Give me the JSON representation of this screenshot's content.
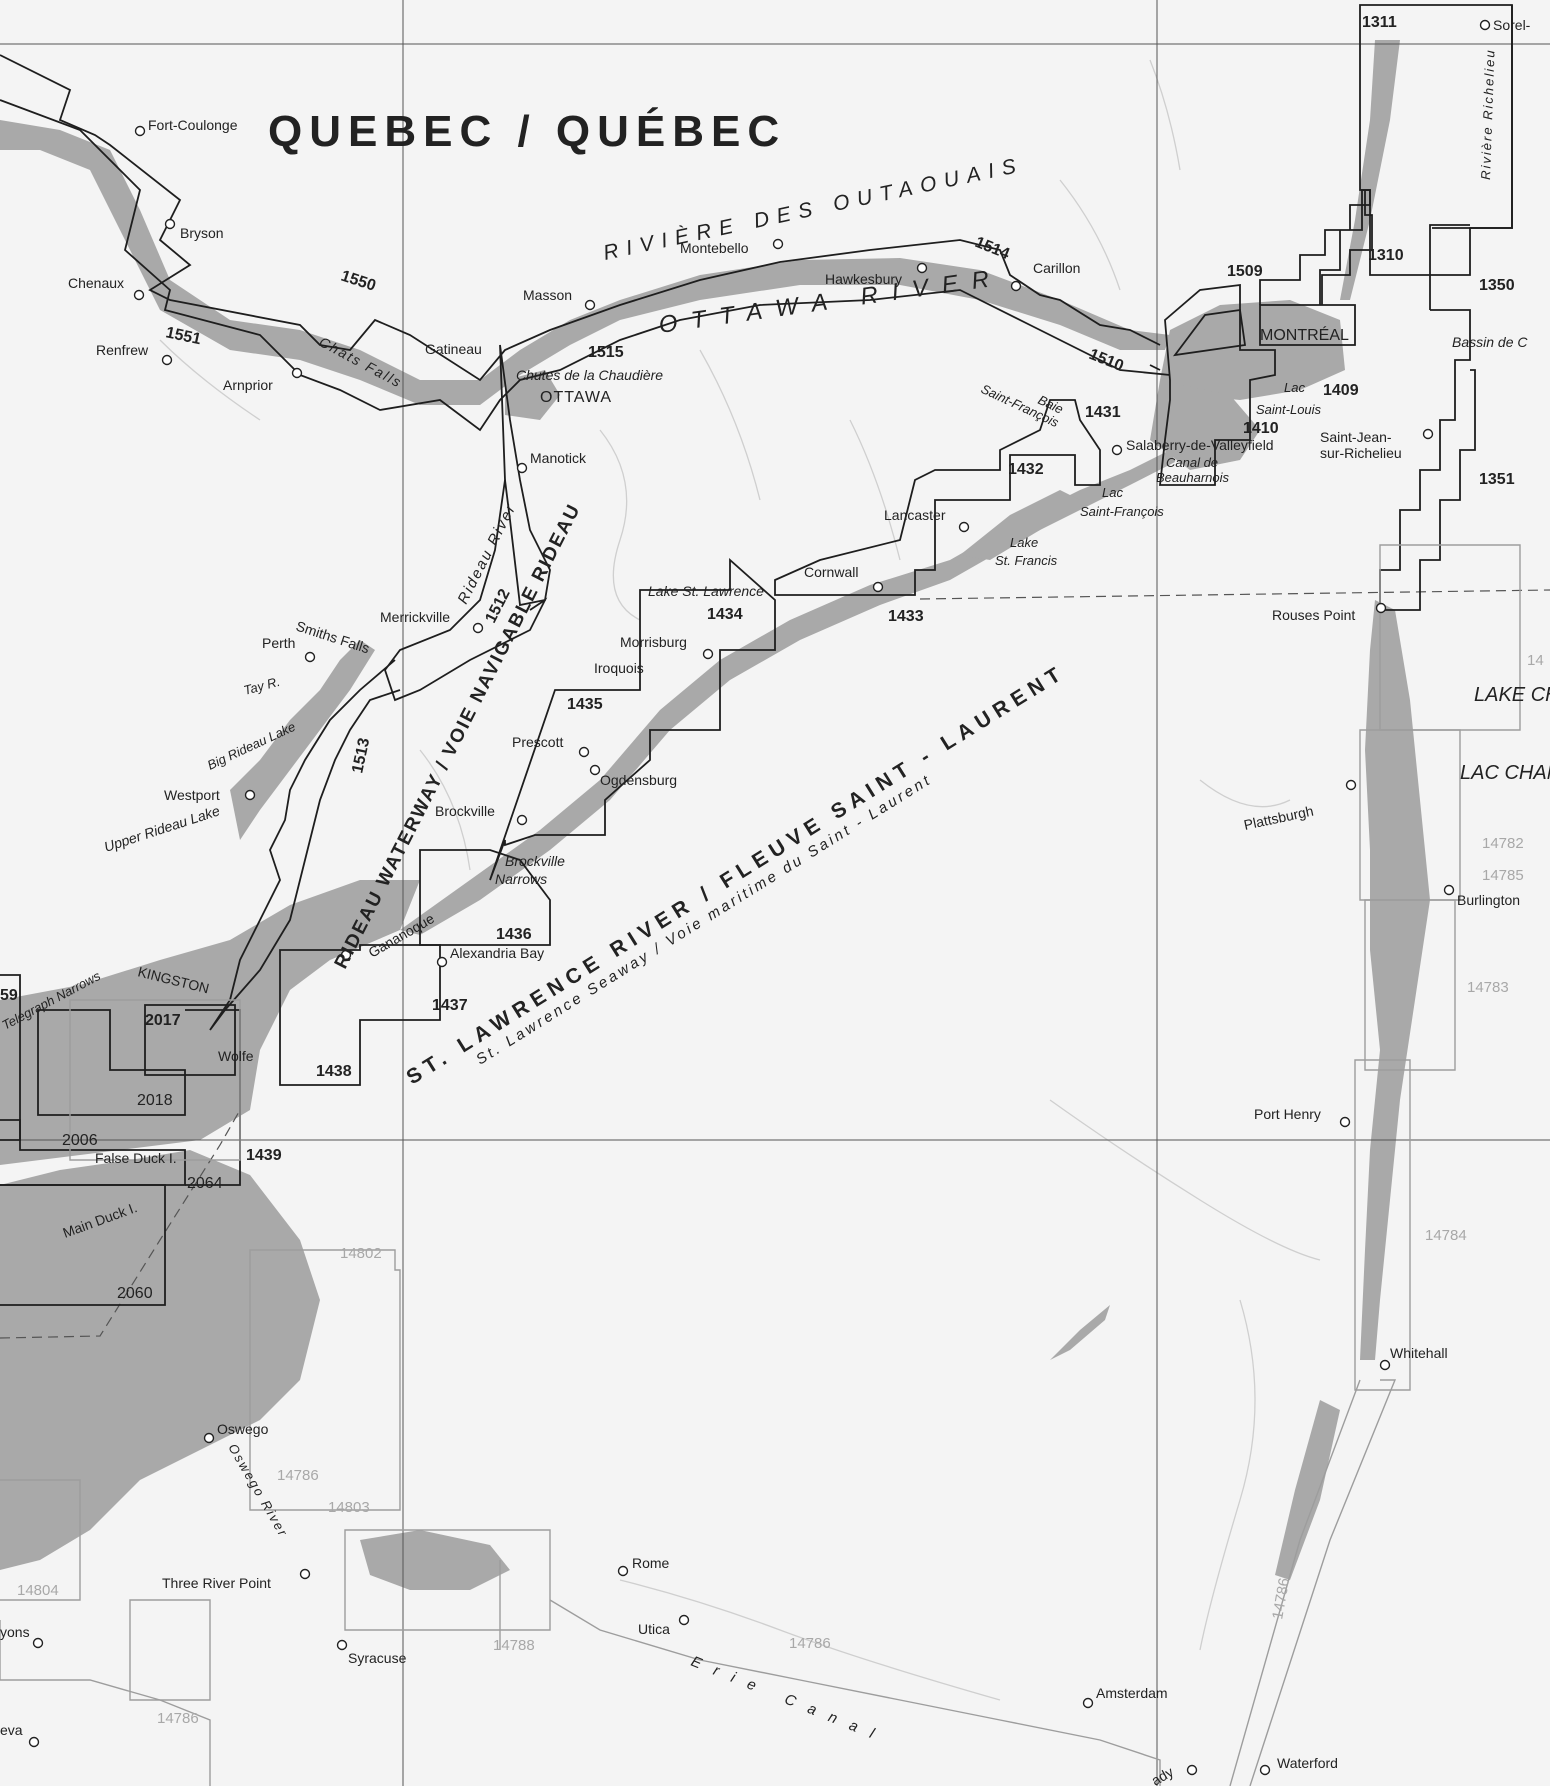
{
  "title": "QUEBEC / QUÉBEC",
  "water_labels": {
    "des_outaouais": "RIVIÈRE DES OUTAOUAIS",
    "ottawa_river": "OTTAWA RIVER",
    "rideau_waterway": "RIDEAU WATERWAY / VOIE NAVIGABLE RIDEAU",
    "rideau_river": "Rideau River",
    "st_lawrence": "ST. LAWRENCE RIVER / FLEUVE SAINT - LAURENT",
    "seaway": "St. Lawrence Seaway / Voie maritime du Saint - Laurent",
    "erie_canal": "Erie Canal",
    "oswego_river": "Oswego River",
    "richelieu": "Rivière Richelieu",
    "chats_falls": "Chats Falls",
    "telegraph_narrows": "Telegraph Narrows",
    "lake_champlain": "LAKE CHAM",
    "lac_champlain": "LAC CHAMP",
    "bassin": "Bassin de C",
    "tay_river": "Tay R.",
    "big_rideau": "Big Rideau Lake",
    "upper_rideau": "Upper Rideau Lake",
    "main_duck": "Main Duck I.",
    "false_duck": "False Duck I.",
    "chaudiere": "Chutes de la Chaudière",
    "lake_st_lawrence": "Lake St. Lawrence",
    "brockville_narrows_1": "Brockville",
    "brockville_narrows_2": "Narrows",
    "baie_1": "Baie",
    "baie_2": "Saint-François",
    "lac_saint_louis_1": "Lac",
    "lac_saint_louis_2": "Saint-Louis",
    "canal_1": "Canal de",
    "canal_2": "Beauharnois",
    "lac_st_francois_1": "Lac",
    "lac_st_francois_2": "Saint-François",
    "lake_st_francis_1": "Lake",
    "lake_st_francis_2": "St. Francis"
  },
  "places": {
    "fort_coulonge": "Fort-Coulonge",
    "bryson": "Bryson",
    "chenaux": "Chenaux",
    "renfrew": "Renfrew",
    "arnprior": "Arnprior",
    "gatineau": "Gatineau",
    "ottawa": "OTTAWA",
    "masson": "Masson",
    "montebello": "Montebello",
    "hawkesbury": "Hawkesbury",
    "carillon": "Carillon",
    "montreal": "MONTRÉAL",
    "manotick": "Manotick",
    "merrickville": "Merrickville",
    "smiths_falls": "Smiths Falls",
    "perth": "Perth",
    "westport": "Westport",
    "kingston": "KINGSTON",
    "wolfe": "Wolfe",
    "gananoque": "Gananoque",
    "alexandria_bay": "Alexandria Bay",
    "brockville": "Brockville",
    "prescott": "Prescott",
    "ogdensburg": "Ogdensburg",
    "iroquois": "Iroquois",
    "morrisburg": "Morrisburg",
    "cornwall": "Cornwall",
    "lancaster": "Lancaster",
    "salaberry": "Salaberry-de-Valleyfield",
    "saint_jean_1": "Saint-Jean-",
    "saint_jean_2": "sur-Richelieu",
    "rouses_point": "Rouses Point",
    "plattsburgh": "Plattsburgh",
    "burlington": "Burlington",
    "port_henry": "Port Henry",
    "whitehall": "Whitehall",
    "sorel": "Sorel-",
    "oswego": "Oswego",
    "three_river_point": "Three River Point",
    "syracuse": "Syracuse",
    "rome": "Rome",
    "utica": "Utica",
    "amsterdam": "Amsterdam",
    "waterford": "Waterford",
    "lyons": "yons",
    "geneva": "eva",
    "schenectady": "ady"
  },
  "charts": {
    "c1311": "1311",
    "c1310": "1310",
    "c1350": "1350",
    "c1351": "1351",
    "c1509": "1509",
    "c1409": "1409",
    "c1410": "1410",
    "c1510": "1510",
    "c1514": "1514",
    "c1515": "1515",
    "c1550": "1550",
    "c1551": "1551",
    "c1431": "1431",
    "c1432": "1432",
    "c1433": "1433",
    "c1434": "1434",
    "c1435": "1435",
    "c1436": "1436",
    "c1437": "1437",
    "c1438": "1438",
    "c1439": "1439",
    "c1512": "1512",
    "c1513": "1513",
    "c2017": "2017",
    "c2018": "2018",
    "c2006": "2006",
    "c2064": "2064",
    "c2060": "2060",
    "c59": "59",
    "u14782": "14782",
    "u14785": "14785",
    "u14783": "14783",
    "u14784": "14784",
    "u14786a": "14786",
    "u14786b": "14786",
    "u14786c": "14786",
    "u14786d": "14786",
    "u14802": "14802",
    "u14803": "14803",
    "u14804": "14804",
    "u14788": "14788",
    "u14": "14"
  }
}
